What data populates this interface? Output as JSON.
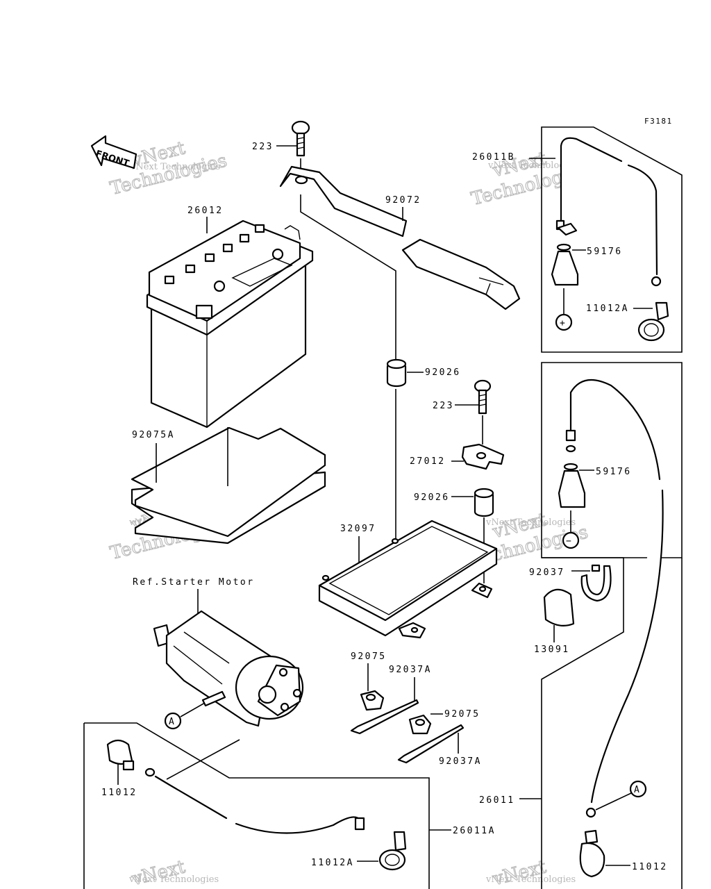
{
  "figure_code": "F3181",
  "front_label": "FRONT",
  "reference_note": "Ref.Starter Motor",
  "callout_letter": "A",
  "terminal_plus": "+",
  "terminal_minus": "−",
  "watermark": {
    "line1": "vNext",
    "line2": "Technologies",
    "line3": "vNext Technologies"
  },
  "parts": {
    "p223_top": "223",
    "p223_mid": "223",
    "p26012": "26012",
    "p92072": "92072",
    "p26011b": "26011B",
    "p59176_top": "59176",
    "p11012a_top": "11012A",
    "p92026_top": "92026",
    "p92026_mid": "92026",
    "p27012": "27012",
    "p92075a": "92075A",
    "p32097": "32097",
    "p59176_mid": "59176",
    "p92037": "92037",
    "p13091": "13091",
    "p92075_l": "92075",
    "p92075_r": "92075",
    "p92037a_top": "92037A",
    "p92037a_bot": "92037A",
    "p11012_left": "11012",
    "p26011a": "26011A",
    "p11012a_bot": "11012A",
    "p26011": "26011",
    "p11012_right": "11012"
  }
}
